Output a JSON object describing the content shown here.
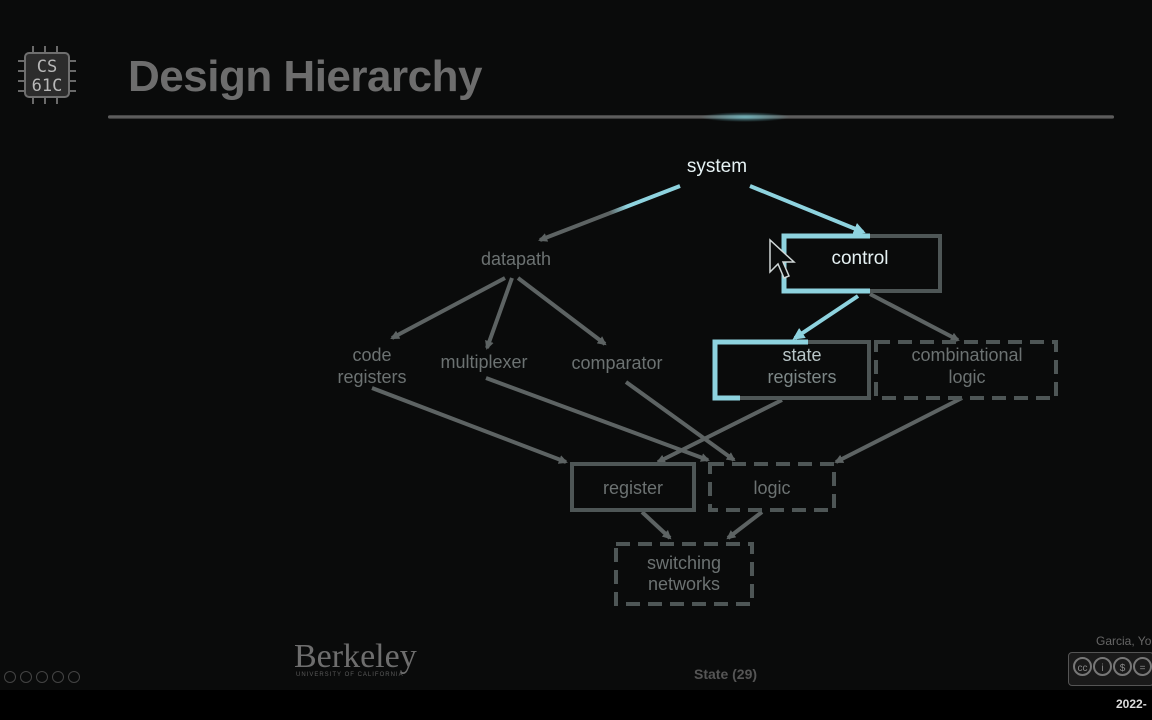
{
  "logo": {
    "line1": "CS",
    "line2": "61C"
  },
  "title": "Design Hierarchy",
  "nodes": {
    "system": "system",
    "datapath": "datapath",
    "control": "control",
    "code_registers_1": "code",
    "code_registers_2": "registers",
    "multiplexer": "multiplexer",
    "comparator": "comparator",
    "state_registers_1": "state",
    "state_registers_2": "registers",
    "combinational_logic_1": "combinational",
    "combinational_logic_2": "logic",
    "register": "register",
    "logic": "logic",
    "switching_networks_1": "switching",
    "switching_networks_2": "networks"
  },
  "footer": {
    "university": "Berkeley",
    "university_sub": "UNIVERSITY OF CALIFORNIA",
    "center_label": "State",
    "slide_number": "(29)",
    "author": "Garcia, Yo",
    "license": {
      "cc": "cc",
      "by": "i",
      "nc": "$",
      "nd": "="
    },
    "date": "2022-"
  },
  "colors": {
    "highlight": "#8ed3df",
    "dim": "#5d6363",
    "background": "#0a0b0b"
  }
}
